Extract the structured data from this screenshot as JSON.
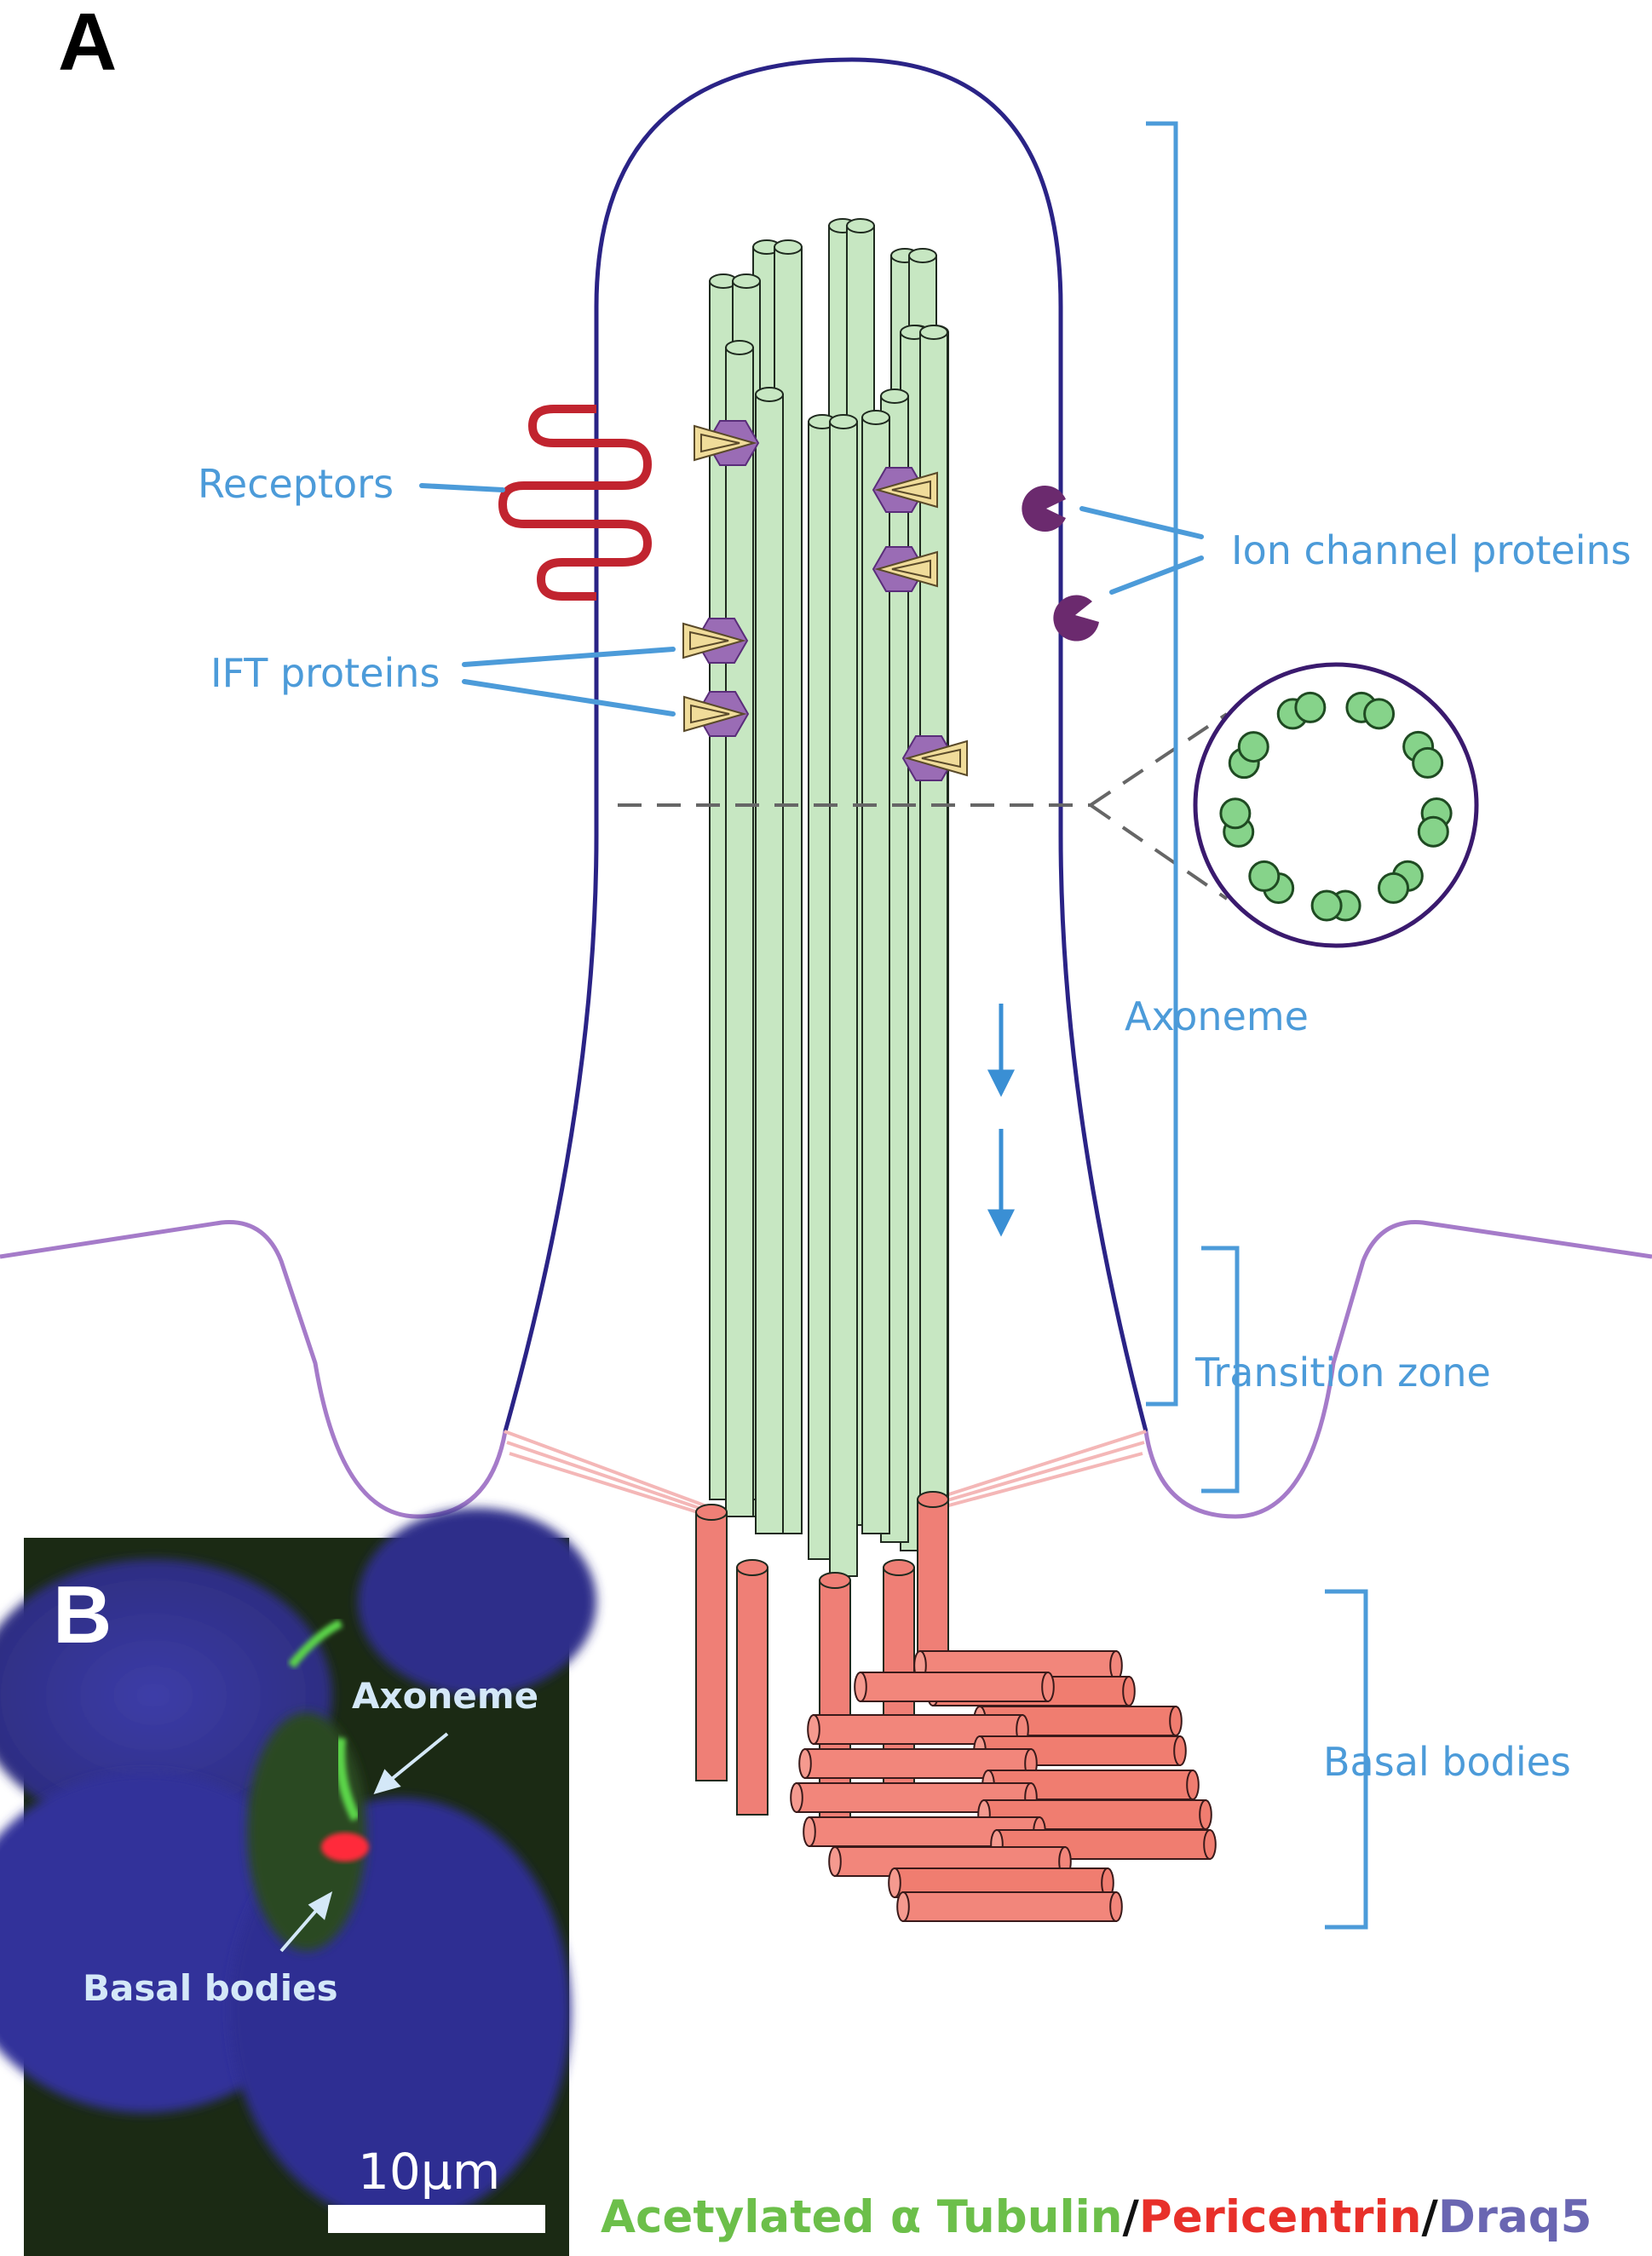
{
  "panel_a": {
    "letter": "A",
    "labels": {
      "receptors": "Receptors",
      "ift_proteins": "IFT proteins",
      "ion_channel_proteins": "Ion channel proteins",
      "axoneme": "Axoneme",
      "transition_zone": "Transition zone",
      "basal_bodies": "Basal bodies"
    }
  },
  "panel_b": {
    "letter": "B",
    "labels": {
      "axoneme": "Axoneme",
      "basal_bodies": "Basal bodies"
    },
    "scale_bar": "10μm",
    "stain_legend": {
      "stain_1": "Acetylated α Tubulin",
      "sep_1": "/",
      "stain_2": "Pericentrin",
      "sep_2": "/",
      "stain_3": "Draq5"
    }
  },
  "colors": {
    "label_blue": "#4c9bd9",
    "membrane": "#2a2386",
    "plasma_membrane": "#a57bc9",
    "microtubule": "#c7e7c2",
    "basal_body": "#ef7f76",
    "receptor": "#c1242f",
    "ift_hexagon": "#9a6cb5",
    "ift_triangle": "#f0dc9a",
    "ion_channel": "#6b2a6e",
    "stain_tubulin": "#6cbf4a",
    "stain_pericentrin": "#e8302a",
    "stain_draq5": "#6a66b2"
  }
}
